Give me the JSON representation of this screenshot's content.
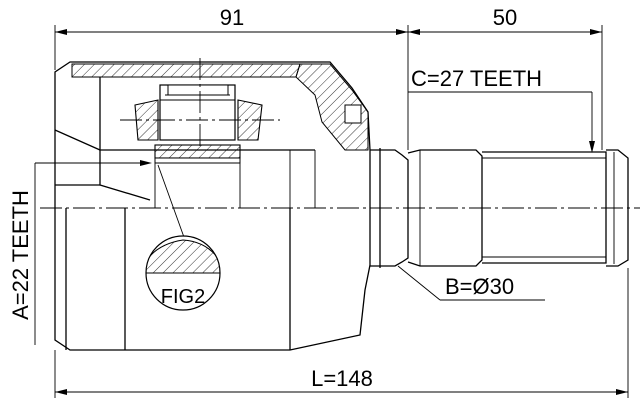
{
  "diagram": {
    "dimensions": {
      "top_left": "91",
      "top_right": "50",
      "total_length": "L=148",
      "spline_teeth": "C=27 TEETH",
      "inner_teeth": "A=22 TEETH",
      "shaft_diameter": "B=Ø30"
    },
    "figure_label": "FIG2"
  }
}
